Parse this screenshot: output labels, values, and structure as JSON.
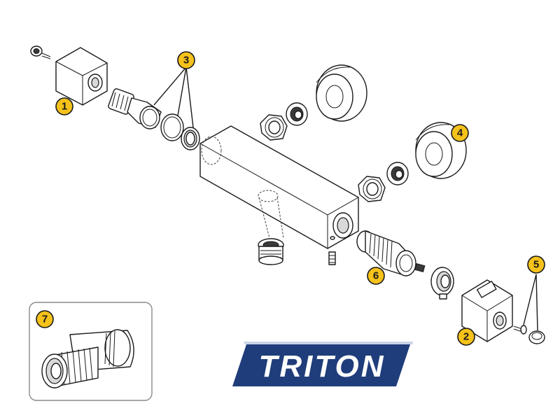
{
  "brand": {
    "name": "TRITON",
    "color": "#1f3d7a"
  },
  "callouts": [
    {
      "number": "1",
      "part": "shroud-cover-left"
    },
    {
      "number": "2",
      "part": "shroud-cover-right"
    },
    {
      "number": "3",
      "part": "cartridge-and-seals"
    },
    {
      "number": "4",
      "part": "wall-flanges"
    },
    {
      "number": "5",
      "part": "screw-and-cap"
    },
    {
      "number": "6",
      "part": "thermostatic-cartridge"
    },
    {
      "number": "7",
      "part": "outlet-adaptor"
    }
  ],
  "colors": {
    "callout_fill": "#f5c21b",
    "line": "#1a1a1a",
    "inset_border": "#8a8a8a"
  }
}
